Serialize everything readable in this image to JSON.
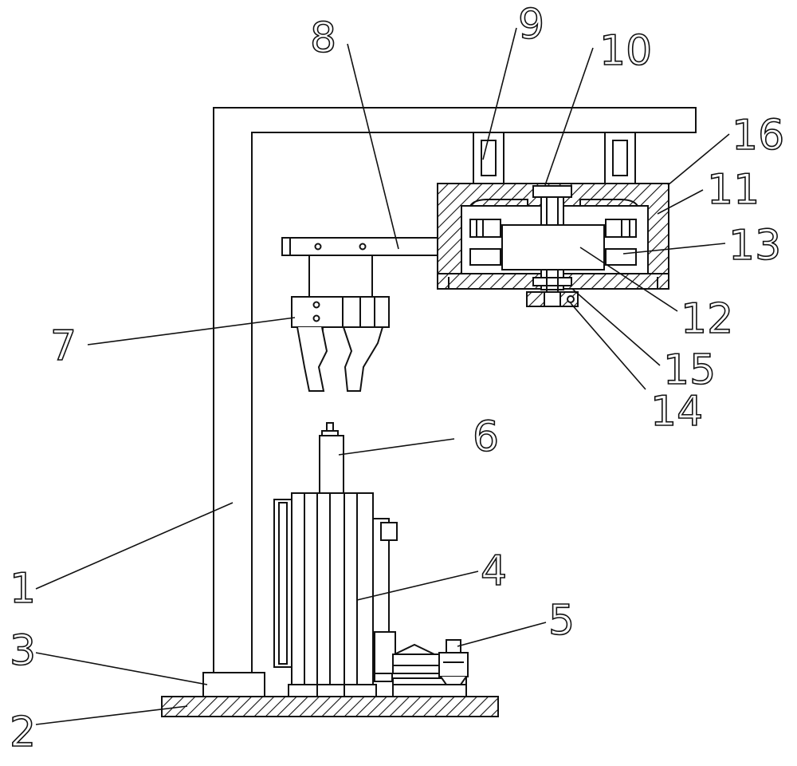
{
  "figure": {
    "type": "mechanical-schematic",
    "hatch_pattern": "diagonal",
    "line_color": "#111111",
    "background": "#ffffff",
    "callouts": [
      {
        "id": "c1",
        "text": "1"
      },
      {
        "id": "c2",
        "text": "2"
      },
      {
        "id": "c3",
        "text": "3"
      },
      {
        "id": "c4",
        "text": "4"
      },
      {
        "id": "c5",
        "text": "5"
      },
      {
        "id": "c6",
        "text": "6"
      },
      {
        "id": "c7",
        "text": "7"
      },
      {
        "id": "c8",
        "text": "8"
      },
      {
        "id": "c9",
        "text": "9"
      },
      {
        "id": "c10",
        "text": "10"
      },
      {
        "id": "c11",
        "text": "11"
      },
      {
        "id": "c12",
        "text": "12"
      },
      {
        "id": "c13",
        "text": "13"
      },
      {
        "id": "c14",
        "text": "14"
      },
      {
        "id": "c15",
        "text": "15"
      },
      {
        "id": "c16",
        "text": "16"
      }
    ]
  }
}
